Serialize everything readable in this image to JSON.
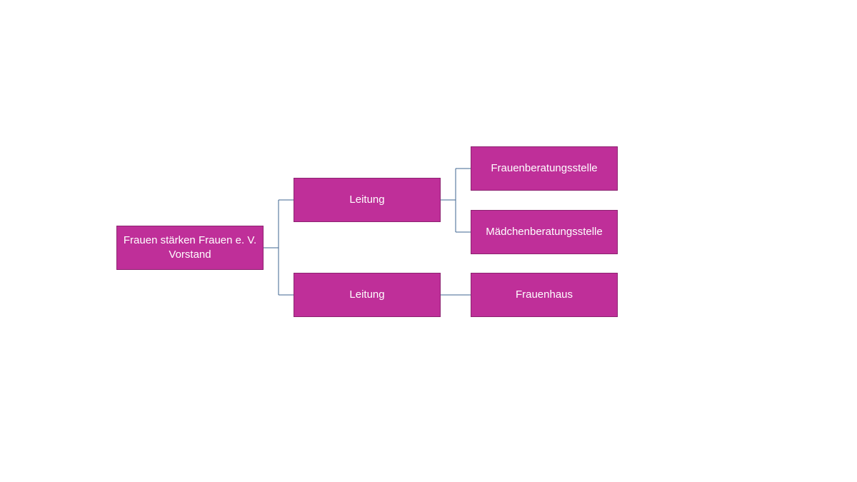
{
  "colors": {
    "node_fill": "#bf2f99",
    "node_border": "#8c2370",
    "node_text": "#ffffff",
    "connector": "#3f6591",
    "background": "#ffffff"
  },
  "nodes": {
    "root": {
      "line1": "Frauen stärken Frauen e. V.",
      "line2": "Vorstand"
    },
    "leitung_1": {
      "label": "Leitung"
    },
    "leitung_2": {
      "label": "Leitung"
    },
    "frauenberatungsstelle": {
      "label": "Frauenberatungsstelle"
    },
    "maedchenberatungsstelle": {
      "label": "Mädchenberatungsstelle"
    },
    "frauenhaus": {
      "label": "Frauenhaus"
    }
  }
}
